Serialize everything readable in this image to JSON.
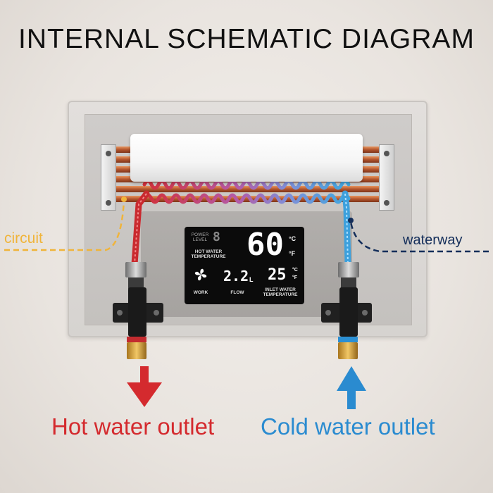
{
  "title": "INTERNAL SCHEMATIC DIAGRAM",
  "labels": {
    "circuit": "circuit",
    "waterway": "waterway",
    "hot_outlet": "Hot water outlet",
    "cold_outlet": "Cold water outlet"
  },
  "display": {
    "power_level_label": "POWER LEVEL",
    "power_level_value": "8",
    "hot_water_temperature_label": "HOT WATER TEMPERATURE",
    "hot_water_value": "60",
    "unit_c": "°C",
    "unit_f": "°F",
    "work_label": "WORK",
    "flow_value": "2.2",
    "flow_unit": "L",
    "flow_label": "FLOW",
    "inlet_value": "25",
    "inlet_label": "INLET WATER TEMPERATURE"
  },
  "colors": {
    "hot": "#d42a2e",
    "cold": "#2a8bd0",
    "circuit": "#f0b43a",
    "waterway": "#142e5a",
    "copper": "#c0653a"
  },
  "icons": [
    "fan-icon",
    "down-arrow-icon",
    "up-arrow-icon"
  ]
}
